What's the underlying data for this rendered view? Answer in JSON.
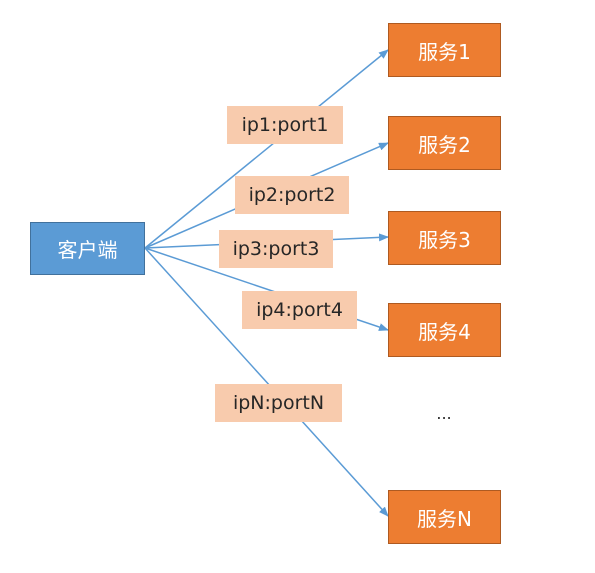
{
  "client": {
    "label": "客户端"
  },
  "services": [
    {
      "label": "服务1"
    },
    {
      "label": "服务2"
    },
    {
      "label": "服务3"
    },
    {
      "label": "服务4"
    },
    {
      "label": "服务N"
    }
  ],
  "connections": [
    {
      "label": "ip1:port1"
    },
    {
      "label": "ip2:port2"
    },
    {
      "label": "ip3:port3"
    },
    {
      "label": "ip4:port4"
    },
    {
      "label": "ipN:portN"
    }
  ],
  "ellipsis": "...",
  "colors": {
    "client_fill": "#5b9bd5",
    "service_fill": "#ed7d31",
    "label_fill": "#f8cbad",
    "edge": "#5b9bd5"
  }
}
